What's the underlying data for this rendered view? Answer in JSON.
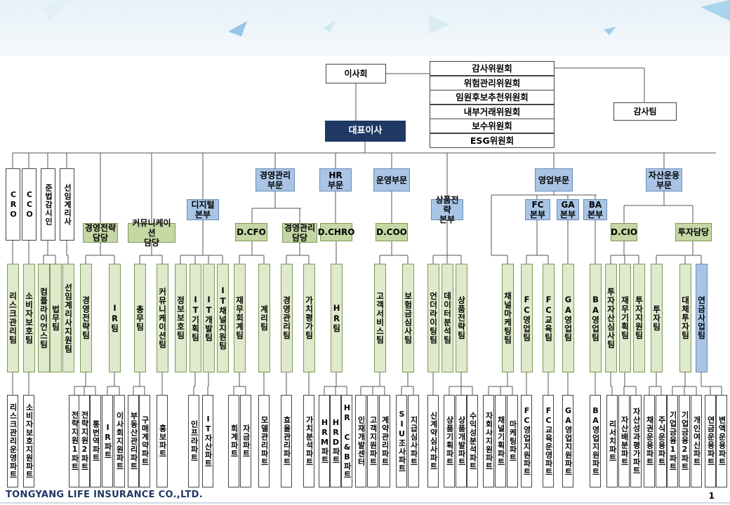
{
  "board": "이사회",
  "ceo": "대표이사",
  "audit_team": "감사팀",
  "committees": [
    "감사위원회",
    "위험관리위원회",
    "임원후보추천위원회",
    "내부거래위원회",
    "보수위원회",
    "ESG위원회"
  ],
  "direct": [
    {
      "key": "cro",
      "label": "CRO"
    },
    {
      "key": "cco",
      "label": "CCO"
    },
    {
      "key": "compliance",
      "label": "준법감시인"
    },
    {
      "key": "actuary",
      "label": "선임계리사"
    }
  ],
  "divisions": [
    {
      "key": "mgmt",
      "label": "경영관리\n부문"
    },
    {
      "key": "hr",
      "label": "HR\n부문"
    },
    {
      "key": "ops",
      "label": "운영부문"
    },
    {
      "key": "sales",
      "label": "영업부문"
    },
    {
      "key": "asset",
      "label": "자산운용\n부문"
    }
  ],
  "headquarters": [
    {
      "key": "digital",
      "label": "디지털\n본부"
    },
    {
      "key": "product",
      "label": "상품전략\n본부"
    },
    {
      "key": "fc",
      "label": "FC\n본부"
    },
    {
      "key": "ga",
      "label": "GA\n본부"
    },
    {
      "key": "ba",
      "label": "BA\n본부"
    }
  ],
  "officers": [
    {
      "key": "strategy",
      "label": "경영전략\n담당"
    },
    {
      "key": "comm",
      "label": "커뮤니케이션\n담당"
    },
    {
      "key": "dcfo",
      "label": "D.CFO"
    },
    {
      "key": "mgmtmgr",
      "label": "경영관리\n담당"
    },
    {
      "key": "dchro",
      "label": "D.CHRO"
    },
    {
      "key": "dcoo",
      "label": "D.COO"
    },
    {
      "key": "dcio",
      "label": "D.CIO"
    },
    {
      "key": "invest",
      "label": "투자담당"
    }
  ],
  "teams": [
    "리스크관리팀",
    "소비자보호팀",
    "컴플라이언스팀",
    "법무팀",
    "선임계리사지원팀",
    "경영전략팀",
    "IR팀",
    "총무팀",
    "커뮤니케이션팀",
    "정보보호팀",
    "IT기획팀",
    "IT개발팀",
    "IT채널지원팀",
    "재무회계팀",
    "계리팀",
    "경영관리팀",
    "가치평가팀",
    "HR팀",
    "고객서비스팀",
    "보험금심사팀",
    "언더라이팅팀",
    "데이터분석팀",
    "상품전략팀",
    "채널마케팅팀",
    "FC영업팀",
    "FC교육팀",
    "GA영업팀",
    "BA영업팀",
    "투자자산심사팀",
    "재무기획팀",
    "투자지원팀",
    "투자팀",
    "대체투자팀",
    "연금사업팀"
  ],
  "parts": [
    "리스크관리운영파트",
    "소비자보호지원파트",
    "전략지원1파트",
    "전략지원2파트",
    "통번역파트",
    "IR파트",
    "이사회지원파트",
    "부동산관리파트",
    "구매계약파트",
    "홍보파트",
    "인프라파트",
    "IT자산파트",
    "회계파트",
    "자금파트",
    "모델관리파트",
    "효율관리파트",
    "가치분석파트",
    "HRM파트",
    "HRD파트",
    "HR C&B파트",
    "인재개발센터",
    "고객지원파트",
    "계약관리파트",
    "SIU조사파트",
    "지급심사파트",
    "신계약심사파트",
    "상품기획파트",
    "상품개발파트",
    "수익성분석파트",
    "자회사지원파트",
    "채널기획파트",
    "마케팅파트",
    "FC영업지원파트",
    "FC교육운영파트",
    "GA영업지원파트",
    "BA영업지원파트",
    "리서치파트",
    "자산배분파트",
    "자산성과평가파트",
    "채권운용파트",
    "주식운용파트",
    "기업금융1파트",
    "기업금융2파트",
    "개인여신파트",
    "연금운용파트",
    "변액운용파트"
  ],
  "footer": {
    "company": "TONGYANG LIFE INSURANCE CO.,LTD.",
    "page": "1"
  },
  "colors": {
    "navy": "#1f3864",
    "blue": "#a9c4e4",
    "green": "#c5d7a5",
    "light_green": "#dfe9cc"
  }
}
